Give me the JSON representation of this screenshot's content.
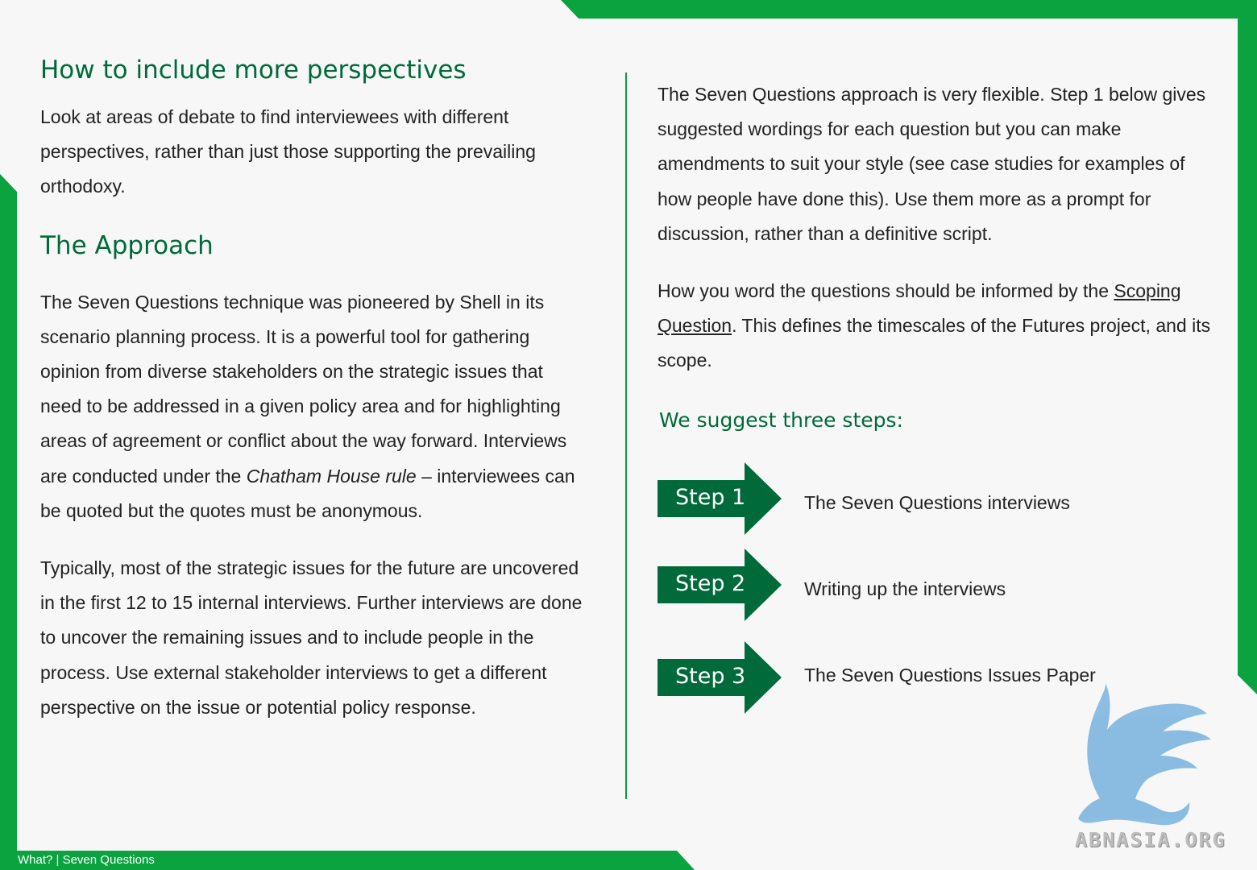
{
  "left": {
    "heading1": "How to include more perspectives",
    "para1": "Look at areas of debate to find interviewees with different perspectives, rather than just those supporting the prevailing orthodoxy.",
    "heading2": "The Approach",
    "para2_a": "The Seven Questions technique was pioneered by Shell in its scenario planning process. It is a powerful tool for gathering opinion from diverse stakeholders on the strategic issues that need to be addressed in a given policy area and for highlighting areas of agreement or conflict about the way forward. Interviews are conducted under the ",
    "para2_italic": "Chatham House rule",
    "para2_b": " – interviewees can be quoted but the quotes must be anonymous.",
    "para3": "Typically, most of the strategic issues for the future are uncovered in the first 12 to 15 internal interviews. Further interviews are done to uncover the remaining issues and to include people in the process. Use external stakeholder interviews to get a different perspective on the issue or potential policy response."
  },
  "right": {
    "para1": "The Seven Questions approach is very flexible. Step 1 below gives suggested wordings for each question but you can make amendments to suit your style (see case studies for examples of how people have done this). Use them more as a prompt for discussion, rather than a definitive script.",
    "para2_a": "How you word the questions should be informed by the ",
    "para2_link": "Scoping Question",
    "para2_b": ". This defines the timescales of the Futures project, and its scope.",
    "suggest": "We suggest three steps:",
    "steps": [
      {
        "label": "Step 1",
        "desc": "The Seven Questions interviews"
      },
      {
        "label": "Step 2",
        "desc": "Writing up the interviews"
      },
      {
        "label": "Step 3",
        "desc": "The Seven Questions Issues Paper"
      }
    ]
  },
  "footer": {
    "text": "What? |  Seven Questions"
  },
  "logo": {
    "text": "ABNASIA.ORG"
  },
  "colors": {
    "green": "#0aa33f",
    "dark_green": "#006a3a"
  }
}
